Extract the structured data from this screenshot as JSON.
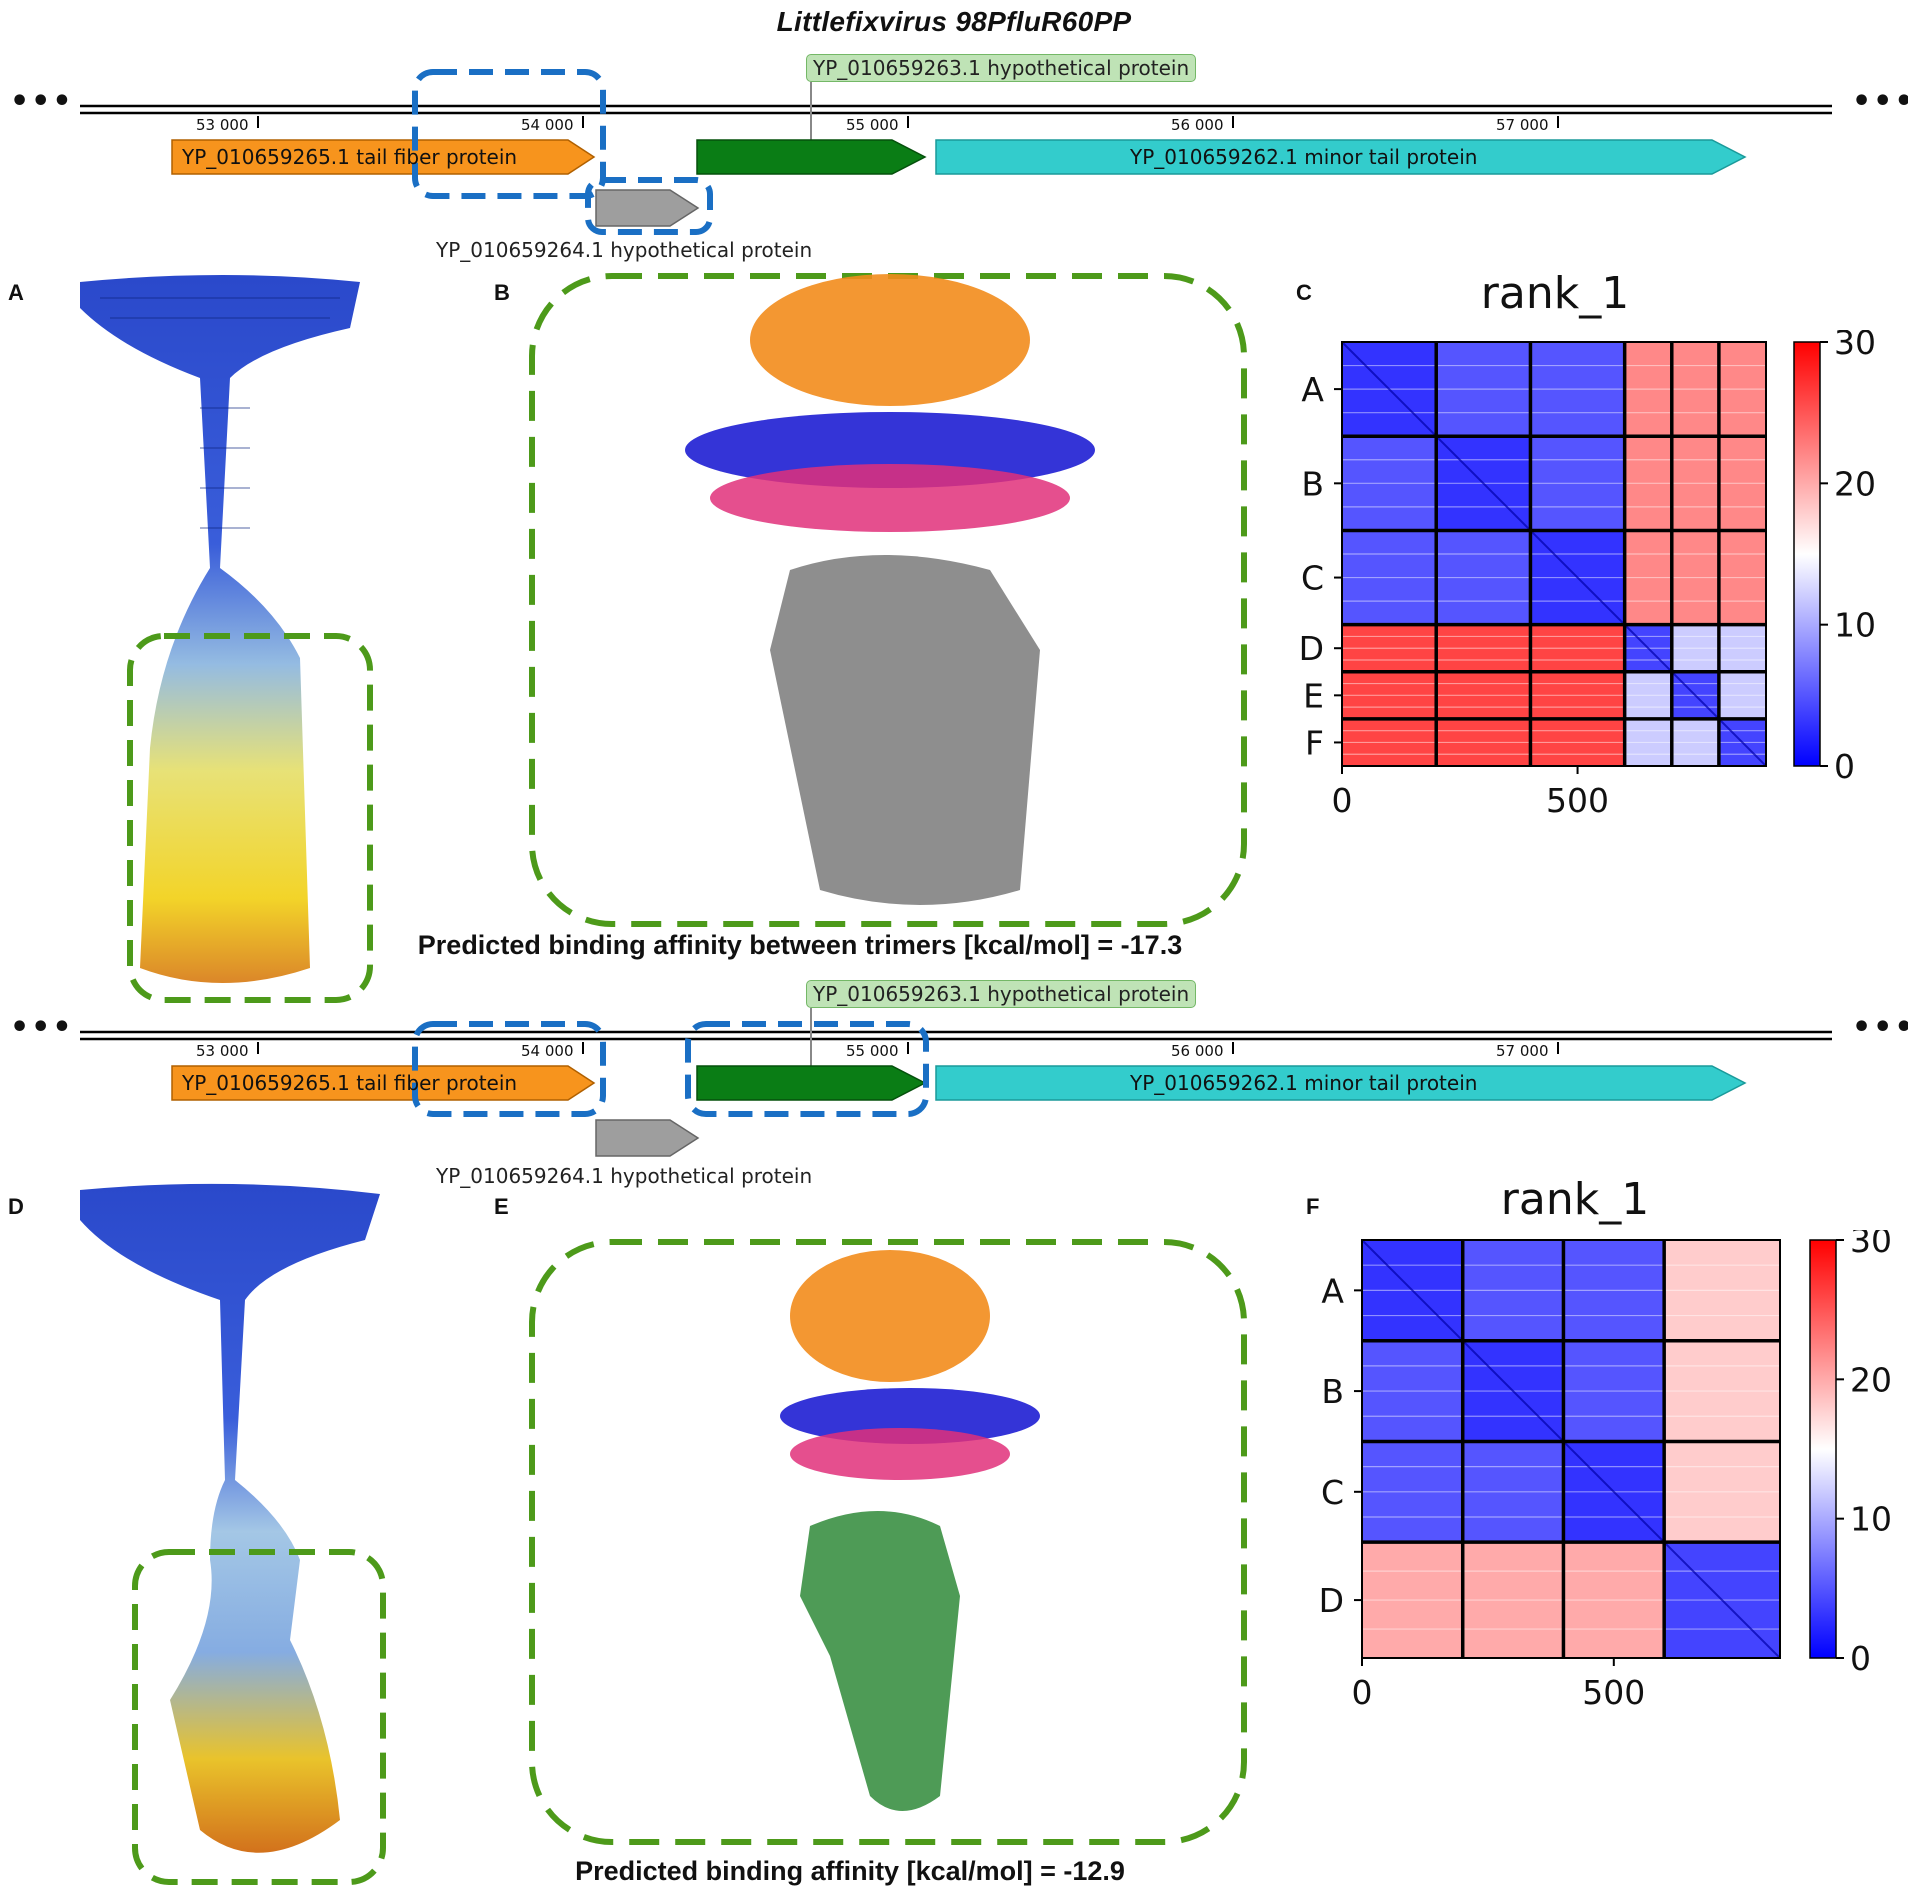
{
  "figure_title": "Littlefixvirus 98PfluR60PP",
  "ellipsis": "•••",
  "genome_map": {
    "ticks": [
      "53 000",
      "54 000",
      "55 000",
      "56 000",
      "57 000"
    ],
    "genes": {
      "tail_fiber": "YP_010659265.1 tail fiber protein",
      "hypothetical_263": "YP_010659263.1 hypothetical protein",
      "minor_tail": "YP_010659262.1 minor tail protein",
      "hypothetical_264": "YP_010659264.1 hypothetical protein"
    },
    "colors": {
      "tail_fiber": "#f7941d",
      "hypothetical_263": "#0a7d15",
      "minor_tail": "#33cccc",
      "hypothetical_264": "#9e9e9e",
      "highlight_box": "#1a6fc4"
    }
  },
  "panels": {
    "A": "A",
    "B": "B",
    "C": "C",
    "D": "D",
    "E": "E",
    "F": "F"
  },
  "captions": {
    "top": "Predicted binding affinity between trimers [kcal/mol] = -17.3",
    "bottom": "Predicted binding affinity [kcal/mol] = -12.9"
  },
  "structure_colors": {
    "region_box": "#4d9a1a",
    "top_domain": "#f28c1c",
    "blue_sticks": "#1010d0",
    "pink_sticks": "#e0307a",
    "grey_domain": "#7a7a7a",
    "green_domain": "#2f8a38",
    "model_gradient": [
      "#1f3fc8",
      "#8fb8e0",
      "#f0e060",
      "#e08020"
    ]
  },
  "chart_data": [
    {
      "type": "heatmap",
      "title": "rank_1",
      "row_labels": [
        "A",
        "B",
        "C",
        "D",
        "E",
        "F"
      ],
      "x_ticks": [
        0,
        500
      ],
      "colorbar_ticks": [
        0,
        10,
        20,
        30
      ],
      "colorbar_range": [
        0,
        30
      ],
      "colormap": [
        "#0000ff",
        "#ffffff",
        "#ff0000"
      ],
      "chain_lengths": [
        200,
        200,
        200,
        100,
        100,
        100
      ],
      "block_values": [
        [
          3,
          5,
          5,
          22,
          22,
          22
        ],
        [
          5,
          3,
          5,
          22,
          22,
          22
        ],
        [
          5,
          5,
          3,
          22,
          22,
          22
        ],
        [
          26,
          26,
          26,
          4,
          12,
          12
        ],
        [
          26,
          26,
          26,
          12,
          4,
          12
        ],
        [
          26,
          26,
          26,
          12,
          12,
          4
        ]
      ]
    },
    {
      "type": "heatmap",
      "title": "rank_1",
      "row_labels": [
        "A",
        "B",
        "C",
        "D"
      ],
      "x_ticks": [
        0,
        500
      ],
      "colorbar_ticks": [
        0,
        10,
        20,
        30
      ],
      "colorbar_range": [
        0,
        30
      ],
      "colormap": [
        "#0000ff",
        "#ffffff",
        "#ff0000"
      ],
      "chain_lengths": [
        200,
        200,
        200,
        230
      ],
      "block_values": [
        [
          3,
          5,
          5,
          18
        ],
        [
          5,
          3,
          5,
          18
        ],
        [
          5,
          5,
          3,
          18
        ],
        [
          20,
          20,
          20,
          4
        ]
      ]
    }
  ]
}
